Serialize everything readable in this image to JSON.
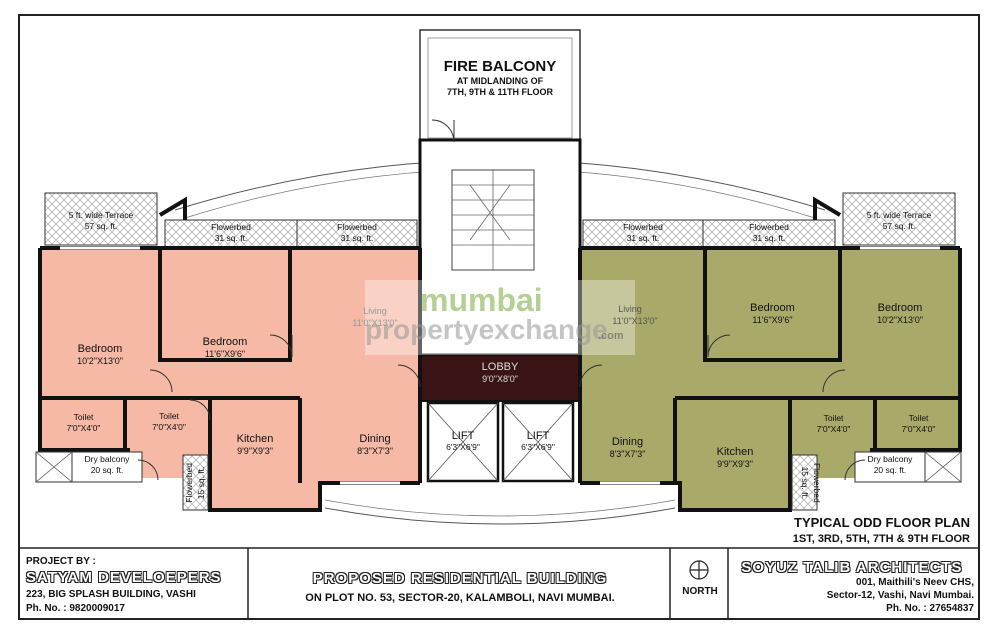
{
  "fire_balcony": {
    "title": "FIRE BALCONY",
    "line1": "AT MIDLANDING OF",
    "line2": "7TH, 9TH & 11TH FLOOR"
  },
  "left_flat": {
    "terrace": {
      "name": "5 ft. wide Terrace",
      "area": "57 sq. ft."
    },
    "flowerbed_1": {
      "name": "Flowerbed",
      "area": "31 sq. ft."
    },
    "flowerbed_2": {
      "name": "Flowerbed",
      "area": "31 sq. ft."
    },
    "bedroom_1": {
      "name": "Bedroom",
      "size": "10'2\"X13'0\""
    },
    "bedroom_2": {
      "name": "Bedroom",
      "size": "11'6\"X9'6\""
    },
    "living": {
      "name": "Living",
      "size": "11'0\"X13'0\""
    },
    "toilet_1": {
      "name": "Toilet",
      "size": "7'0\"X4'0\""
    },
    "toilet_2": {
      "name": "Toilet",
      "size": "7'0\"X4'0\""
    },
    "kitchen": {
      "name": "Kitchen",
      "size": "9'9\"X9'3\""
    },
    "dining": {
      "name": "Dining",
      "size": "8'3\"X7'3\""
    },
    "dry_balcony": {
      "name": "Dry balcony",
      "area": "20 sq. ft."
    },
    "flowerbed_side": {
      "name": "Flowerbed",
      "area": "15 sq. ft."
    }
  },
  "right_flat": {
    "terrace": {
      "name": "5 ft. wide Terrace",
      "area": "57 sq. ft."
    },
    "flowerbed_1": {
      "name": "Flowerbed",
      "area": "31 sq. ft."
    },
    "flowerbed_2": {
      "name": "Flowerbed",
      "area": "31 sq. ft."
    },
    "bedroom_1": {
      "name": "Bedroom",
      "size": "10'2\"X13'0\""
    },
    "bedroom_2": {
      "name": "Bedroom",
      "size": "11'6\"X9'6\""
    },
    "living": {
      "name": "Living",
      "size": "11'0\"X13'0\""
    },
    "toilet_1": {
      "name": "Toilet",
      "size": "7'0\"X4'0\""
    },
    "toilet_2": {
      "name": "Toilet",
      "size": "7'0\"X4'0\""
    },
    "kitchen": {
      "name": "Kitchen",
      "size": "9'9\"X9'3\""
    },
    "dining": {
      "name": "Dining",
      "size": "8'3\"X7'3\""
    },
    "dry_balcony": {
      "name": "Dry balcony",
      "area": "20 sq. ft."
    },
    "flowerbed_side": {
      "name": "Flowerbed",
      "area": "15 sq. ft."
    }
  },
  "core": {
    "lobby": {
      "name": "LOBBY",
      "size": "9'0\"X8'0\""
    },
    "lift_1": {
      "name": "LIFT",
      "size": "6'3\"X6'9\""
    },
    "lift_2": {
      "name": "LIFT",
      "size": "6'3\"X6'9\""
    }
  },
  "watermark": {
    "part1": "mumbai",
    "part2": "propertyexchange",
    "part3": ".com"
  },
  "floor_plan": {
    "title": "TYPICAL ODD FLOOR PLAN",
    "floors": "1ST, 3RD, 5TH, 7TH & 9TH FLOOR"
  },
  "footer": {
    "project_by": "PROJECT BY :",
    "developer": "SATYAM DEVELOEPERS",
    "dev_address": "223, BIG SPLASH BUILDING, VASHI",
    "dev_phone": "Ph. No. : 9820009017",
    "building_title": "PROPOSED RESIDENTIAL BUILDING",
    "building_plot": "ON PLOT NO. 53, SECTOR-20, KALAMBOLI, NAVI MUMBAI.",
    "north": "NORTH",
    "architect": "SOYUZ TALIB ARCHITECTS",
    "arch_line1": "001, Maithili's Neev CHS,",
    "arch_line2": "Sector-12, Vashi, Navi Mumbai.",
    "arch_phone": "Ph. No. : 27654837"
  },
  "colors": {
    "left_flat": "#f6b9a6",
    "right_flat": "#a9aa6a",
    "lobby": "#3a1414"
  }
}
